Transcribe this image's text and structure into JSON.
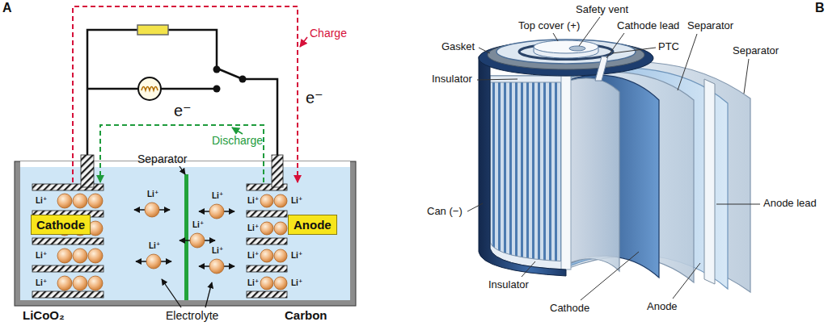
{
  "diagram": {
    "nodes": [
      {
        "text": [
          "Cathode"
        ]
      },
      {
        "text": [
          "Anode"
        ]
      }
    ],
    "edges": [
      {
        "from": 0,
        "to": 1,
        "arrow": "to"
      },
      {
        "from": 1,
        "to": 0,
        "arrow": "to"
      }
    ],
    "labels": [
      "A",
      "Charge",
      "e⁻",
      "e⁻",
      "Discharge",
      "Separator",
      "Li⁺",
      "Li⁺",
      "Li⁺",
      "Li⁺",
      "Li⁺",
      "Li⁺",
      "Li⁺",
      "Li⁺",
      "Li⁺",
      "Li⁺",
      "Li⁺",
      "Li⁺",
      "Li⁺",
      "Li⁺",
      "Li⁺",
      "LiCoO₂",
      "Electrolyte",
      "Carbon",
      "B",
      "Safety vent",
      "Top cover (+)",
      "Cathode lead",
      "Separator",
      "Gasket",
      "PTC",
      "Separator",
      "Insulator",
      "Can (−)",
      "Anode lead",
      "Insulator",
      "Cathode",
      "Anode"
    ]
  }
}
